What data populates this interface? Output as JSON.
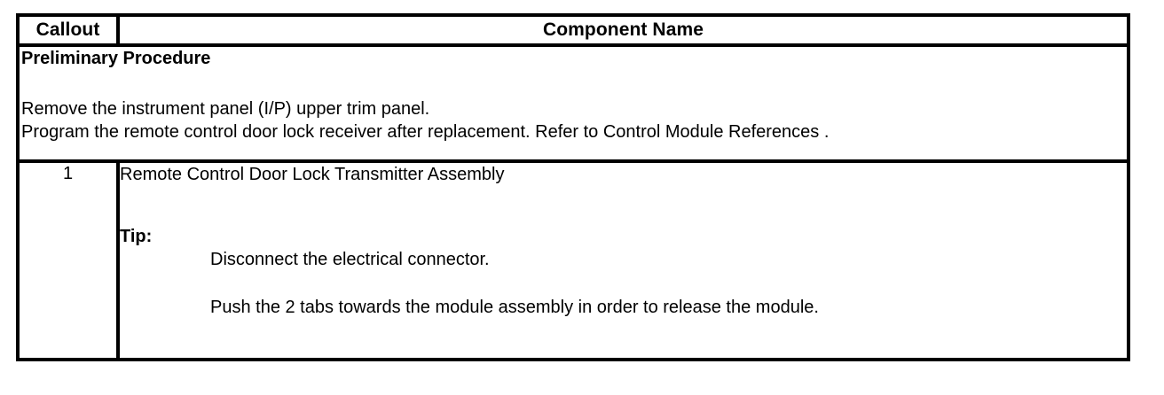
{
  "table": {
    "columns": [
      {
        "key": "callout",
        "header": "Callout"
      },
      {
        "key": "component_name",
        "header": "Component Name"
      }
    ],
    "preliminary": {
      "title": "Preliminary Procedure",
      "lines": [
        "Remove the instrument panel (I/P) upper trim panel.",
        "Program the remote control door lock receiver after replacement. Refer to Control Module References ."
      ]
    },
    "rows": [
      {
        "callout": "1",
        "component_name": "Remote Control Door Lock Transmitter Assembly",
        "tip_label": "Tip:",
        "tip_lines": [
          "Disconnect the electrical connector.",
          "Push the 2 tabs towards the module assembly in order to release the module."
        ]
      }
    ]
  },
  "colors": {
    "border": "#000000",
    "text": "#000000",
    "background": "#ffffff"
  }
}
